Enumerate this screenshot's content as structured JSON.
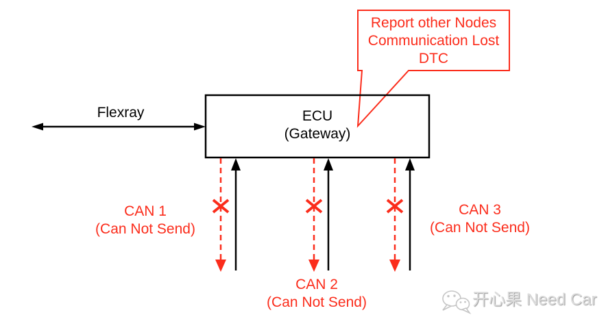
{
  "diagram": {
    "callout": {
      "line1": "Report other Nodes",
      "line2": "Communication Lost",
      "line3": "DTC"
    },
    "ecu": {
      "title": "ECU",
      "subtitle": "(Gateway)"
    },
    "flexray_label": "Flexray",
    "can_buses": [
      {
        "name": "CAN 1",
        "status": "(Can Not Send)"
      },
      {
        "name": "CAN 2",
        "status": "(Can Not Send)"
      },
      {
        "name": "CAN 3",
        "status": "(Can Not Send)"
      }
    ],
    "colors": {
      "error_red": "#fb2c1b",
      "line_black": "#000000"
    }
  },
  "watermark": {
    "text": "开心果 Need Car"
  }
}
